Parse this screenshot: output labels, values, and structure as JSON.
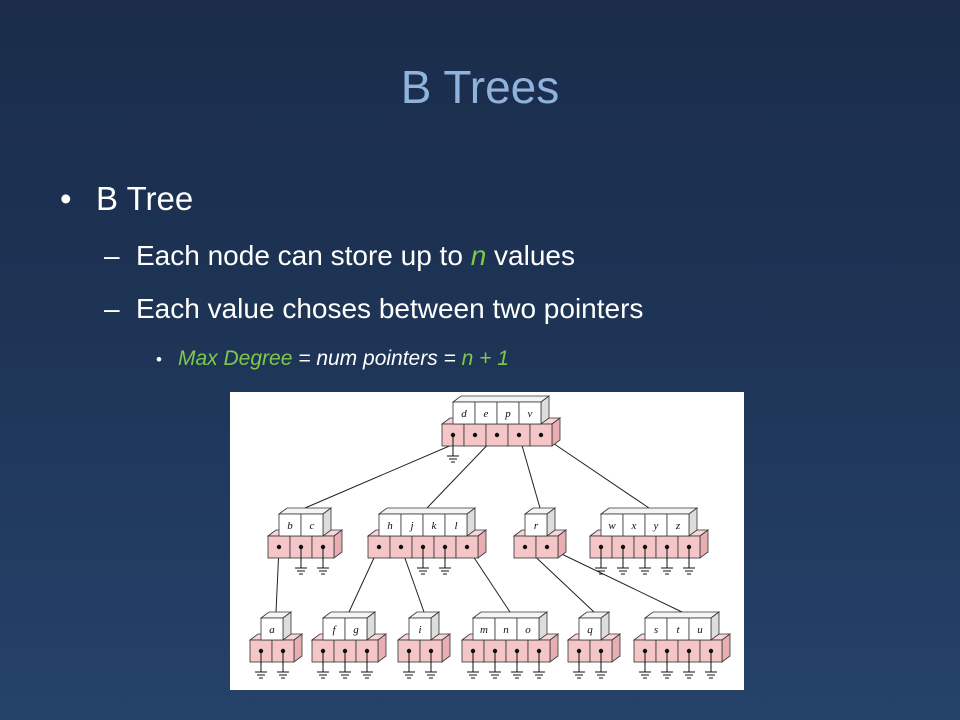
{
  "slide": {
    "title": "B Trees",
    "bullet": "B Tree",
    "sub1": {
      "pre": "Each node can store up to ",
      "var": "n",
      "post": " values"
    },
    "sub2": "Each value choses between two pointers",
    "sub3": {
      "term": "Max Degree",
      "mid": " = num pointers = ",
      "val": "n + 1"
    }
  },
  "colors": {
    "title": "#8fb3dc",
    "accent": "#7ec94b",
    "background_top": "#1a2c4a",
    "background_bottom": "#25426a",
    "pointer_box": "#f4c6c8"
  },
  "tree": {
    "root": [
      "d",
      "e",
      "p",
      "v"
    ],
    "level1": [
      [
        "b",
        "c"
      ],
      [
        "h",
        "j",
        "k",
        "l"
      ],
      [
        "r"
      ],
      [
        "w",
        "x",
        "y",
        "z"
      ]
    ],
    "level2": [
      [
        "a"
      ],
      [
        "f",
        "g"
      ],
      [
        "i"
      ],
      [
        "m",
        "n",
        "o"
      ],
      [
        "q"
      ],
      [
        "s",
        "t",
        "u"
      ]
    ]
  }
}
